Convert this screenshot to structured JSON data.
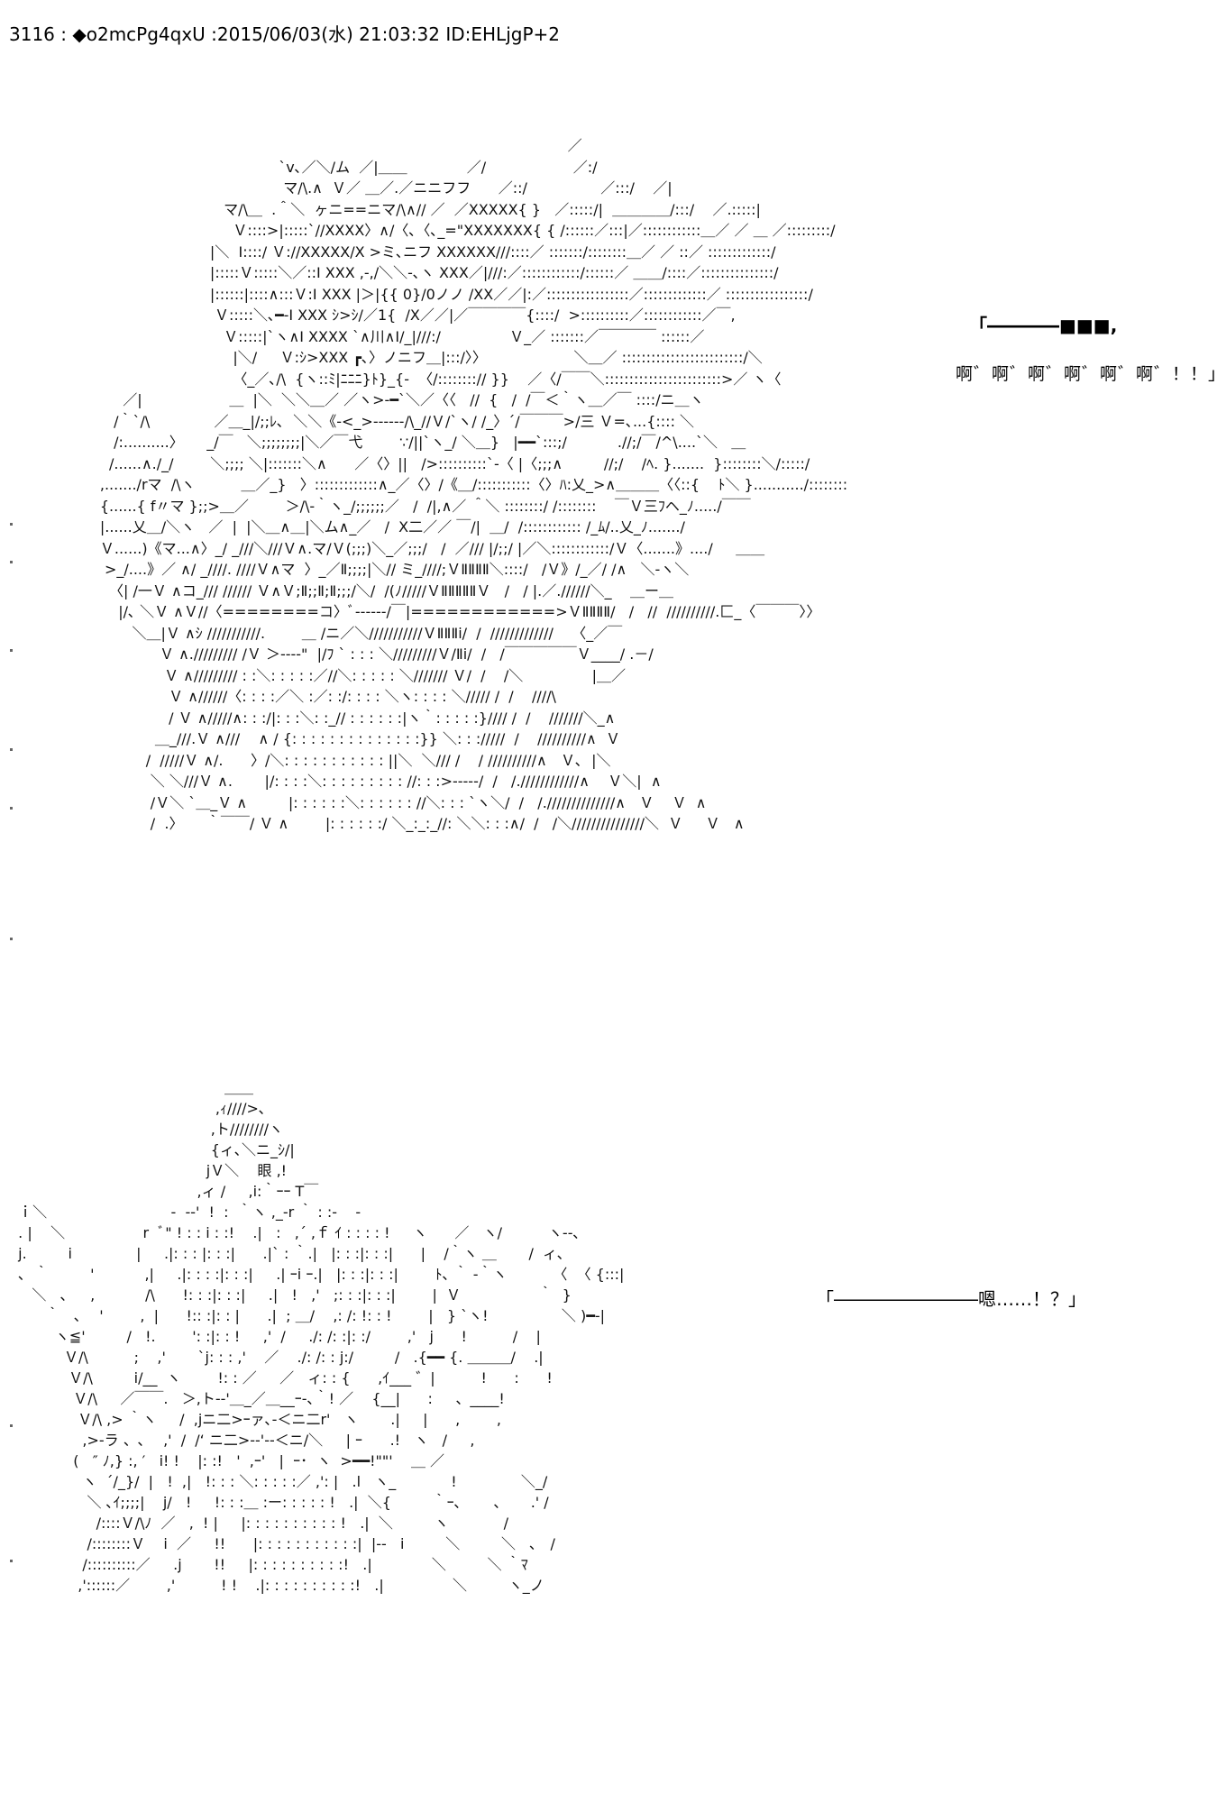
{
  "post": {
    "header": "3116 : ◆o2mcPg4qxU :2015/06/03(水) 21:03:32 ID:EHLjgP+2"
  },
  "scene1": {
    "art": "                                                                                                                ／\n                                                 `v､／＼/ム  ／|＿＿             ／/                   ／:/\n                                                  マ/\\.∧  Ｖ／ ＿／.／ニニフフ      ／::/                ／:::/    ／|\n                                     マ/\\＿  .＾＼  ヶニ==ニマ/\\∧// ／  ／XXXXX{ }   ／:::::/|  ＿＿＿＿/:::/    ／.:::::|\n                                       Ｖ::::>|:::::`//XXXX〉∧/〈､〈､_=\"XXXXXXX{ { /::::::／:::|／::::::::::::＿／ ／ ＿ ／:::::::::/\n                                  |＼  I::::/ Ｖ://XXXXX/X >ミ､ニフ XXXXXX///::::／ :::::::/::::::::＿／ ／ ::／ :::::::::::::/\n                                  |:::::Ｖ:::::＼／::I XXX ,-,/＼＼-､ヽ XXX／|///:／::::::::::::/::::::／ ＿＿/::::／:::::::::::::::/\n                                  |::::::|::::∧:::Ｖ:I XXX |＞|{{ 0}/0ノノ /XX／／|:／:::::::::::::::::／:::::::::::::／ :::::::::::::::::/\n                                   Ｖ:::::＼､━-I XXX ｼ>ｼ/／1{  /X／／|／￣￣￣￣{::::/  >::::::::::／::::::::::::／￣,\n                                     Ｖ:::::|`ヽ∧I XXXX `∧川∧I/_|///:/               Ｖ_／ :::::::／￣￣￣￣ ::::::／\n                                       |＼/     Ｖ:ｼ>XXX ┏､〉ノニフ＿|:::/〉〉                   ＼＿／ :::::::::::::::::::::::::/＼\n                                       〈_／､/\\  {ヽ::ﾐ|ﾆﾆﾆ}ﾄ}_{-  〈/::::::::// }}    ／〈/￣￣＼::::::::::::::::::::::::>／ ヽ〈\n               ／|                   ＿  |＼  ＼＼＿／ ／ヽ>-━`＼／〈〈   //  {   /  /￣＜｀ヽ＿／￣ ::::/ニ＿ヽ\n             /｀`/\\              ／＿_|/;;ﾚ､  ＼＼《-<_>------/\\_//Ｖ/`ヽ/ /_〉´/￣￣￣>/三 Ｖ=､...{:::: ＼\n             /:..........〉     _/￣   ＼;;;;;;;;|＼／￣弋        ∵/||`ヽ_/ ＼＿}   |━━`:::;/           .//;/￣/^\\....`＼   ＿\n            /......∧./_/        ＼;;;; ＼|:::::::＼∧      ／〈〉||   />::::::::::`-〈 |〈;;;∧         //;/    /ﾍ. }.......  }::::::::＼/:::::/\n          ,......./rマ  /\\ヽ          ＿／_}   〉:::::::::::::∧_／〈〉/《＿/:::::::::::〈〉ﾊ:乂_>∧＿＿＿〈〈::{    ﾄ＼ }.........../::::::::\n          {......{ f〃マ };;>＿／        ＞/\\-｀ヽ_/;;;;;;／   /  /|,∧／ ＾＼ ::::::::/ /::::::::    ￣Ｖ三ﾌヘ_ﾉ...../￣￣\n          |......乂＿/＼ヽ   ／  |  |＼＿∧＿|＼ム∧_／   /  X二／／ ￣/|  ＿/  /:::::::::::: /_ﾑ/..乂_ﾉ......./\n          Ｖ......)《マ...∧〉_/ _///＼///Ｖ∧.マ/Ｖ(;;;)＼_／;;;/   /  ／/// |/;;/ |／＼::::::::::::/Ｖ〈.......》..../     ＿＿\n           >_/....》／ ∧/ _////. ////Ｖ∧マ  〉_／Ⅱ;;;;|＼// ミ_////;ＶⅡⅡⅡⅡ＼::::/   /Ｖ》/_／/ /∧   ＼-ヽ＼\n            〈| /一Ｖ ∧コ_/// ////// Ｖ∧Ｖ;Ⅱ;;Ⅱ;Ⅱ;;;/＼/  /(ﾉ/////ＶⅡⅡⅡⅡⅡＶ   /   / |.／.//////＼_    ＿ー＿\n              |/､ ＼Ｖ ∧Ｖ//〈========コ〉ﾞ------/￣|============>ＶⅡⅡⅡⅡ/   /   //  //////////.匚_〈￣￣￣〉〉\n                 ＼＿|Ｖ ∧ｼ ///////////.        ＿ /ニ／＼///////////ＶⅡⅡⅡi/  /  /////////////    〈_／￣\n                       Ｖ ∧.///////// /Ｖ ＞----\"  |/ﾌ ` : : : ＼/////////Ｖ/Ⅱi/  /   /￣￣￣￣￣Ｖ____/ .－/\n                        Ｖ ∧///////// : :＼: : : : :／//＼: : : : : ＼/////// Ｖ/  /    /＼               |＿／\n                         Ｖ ∧//////〈: : : :／＼ :／: :/: : : : ＼ヽ: : : : ＼///// /  /    ////\\\n                         / Ｖ ∧/////∧: : :/|: : :＼: :_// : : : : : :|ヽ｀: : : : :}//// /  /    ///////＼_∧\n                      ＿_///.Ｖ ∧///    ∧ / {: : : : : : : : : : : : : :}} ＼: : ://///  /    //////////∧  Ｖ\n                    /  /////Ｖ ∧/.      〉/＼: : : : : : : : : : : ||＼  ＼/// /    / //////////∧   Ｖ､  |＼\n                     ＼ ＼///Ｖ ∧.       |/: : : :＼: : : : : : : : : //: : :>-----/  /   /.////////////∧    Ｖ＼|  ∧\n                     /Ｖ＼ `＿_Ｖ ∧         |: : : : : :＼: : : : : : //＼: : : `ヽ＼/  /   /.//////////////∧   Ｖ    Ｖ  ∧\n                     /  .〉     ｀￣￣/ Ｖ ∧        |: : : : : :/ ＼_:_:_//: ＼＼: : :∧/  /   /＼///////////////＼  Ｖ     Ｖ   ∧",
    "dialogue_line1": "「――――■■■,",
    "dialogue_line2": "啊゛啊゛啊゛啊゛啊゛啊゛！！」"
  },
  "scene2": {
    "art": "                                               ＿＿\n                                             ,ｨ////>､\n                                            ,ト////////ヽ\n                                            {ィ､＼ニ_ｼ/|\n                                           jＶ＼    眼 ,!\n                                         ,ィ /     ,i:｀ｰｰ T￣\n  ｉ＼                           -  -‐'  !  :  ｀ヽ ,_-r ｀ : :-    -\n  . |    ＼                 r  ﾞ\" ! : : i : :!    .|   :   ,´ ,ｆ ｲ : : : : !     ヽ      ／   ヽ/          ヽ--､\n  j.         i              |     .|: : : |: : :|      .|` : ｀.|   |: : :|: : :|      |    /｀ヽ ＿       /  ィ､\n  ､  ｀         '           ,|     .|: : : :|: : :|     .| ｰi ｰ.|   |: : :|: : :|        ﾄ､ ｀ ‐｀ヽ          〈  〈 {:::|\n     ＼   ､     ,           /\\      !: : :|: : :|     .|   !   ,'   ;: : :|: : :|        |  Ｖ                 ｀  }\n        ｀   ､    '        ,  |      !:: :|: : |      .|  ; ＿/    ,: /: !: : !        |   } `ヽ!                ＼ )━-|\n          ヽ≦'         /   !.        ': :|: : !     ,'  /     ./: /: :|: :/        ,'   j      !          /    |\n            Ｖ/\\          ;    ,'       `j: : : ,'    ／    ./: /: : j:/         /   .{━━ {. ＿＿＿/    .|\n             Ｖ/\\         i/__  ヽ        !: : ／     ／   ィ: : {      ,ｲ___ ゛|          !      :      !\n              Ｖ/\\     ／￣￣.   ＞,ト‐‐'＿_／＿__ｰ-､｀! ／    {__|      :     、____!\n               Ｖ/\\ ,> ｀ヽ     /  ,jニ二>ｰァ､-＜ニ二r'   ヽ       .|     |      ,        ,\n                ,>-ラ 、､    ,'  /  /‘ ニ二>--'--＜ニ/＼     | ｰ      .!   ヽ   /     ,\n              (   ″ ﾉ,} :, ′   i! !    |: :!   '  ,ｰ'   |  ｰ･  ヽ  >━━!\"\"'    ＿ ／\n                ヽ  ´/_}/  |   !  ,|   !: : : ＼: : : : :／ ,': |   .l   ヽ_            !              ＼_/\n                 ＼ ､ｲ;;;;|    j/   !     !: : :＿ :ー: : : : : !   .|  ＼{         ｀ｰ､       、     .' /\n                   /::::Ｖ/\\ﾉ  ／   ,  ! |     |: : : : : : : : : : !   .|  ＼         ヽ            /\n                 /::::::::Ｖ    i  ／     !!      |: : : : : : : : : : :|  |‐‐   i         ＼         ＼   ､   /\n                /::::::::::／     .j       !!     |: : : : : : : : : :!   .|             ＼         ＼ ｀ﾏ\n               ,'::::::／        ,'          ! !    .|: : : : : : : : : :!   .|               ＼         ヽ_ノ",
    "dialogue": "「――――――――嗯……！？」"
  }
}
